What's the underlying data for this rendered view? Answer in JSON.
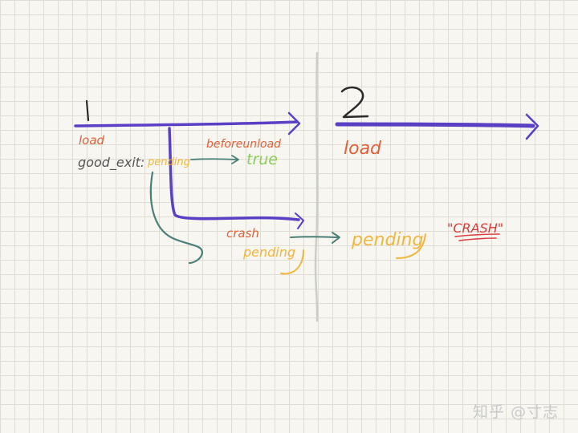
{
  "labels": {
    "section_1": "1",
    "section_2": "2",
    "load_1": "load",
    "before_unload": "beforeunload",
    "good_exit": "good_exit:",
    "pending_1": "pending",
    "true_val": "true",
    "crash": "crash",
    "pending_2": "pending",
    "load_2": "load",
    "pending_3": "pending",
    "crash_quote": "\"CRASH\""
  },
  "watermark": "知乎 @寸志",
  "colors": {
    "purple": "#5b3fc4",
    "orange_red": "#e0603a",
    "yellow": "#f2b63c",
    "teal": "#4a7f78",
    "green": "#8ccc5a",
    "red": "#d93b3b",
    "ink": "#555555",
    "divider": "#c9cfc4"
  }
}
